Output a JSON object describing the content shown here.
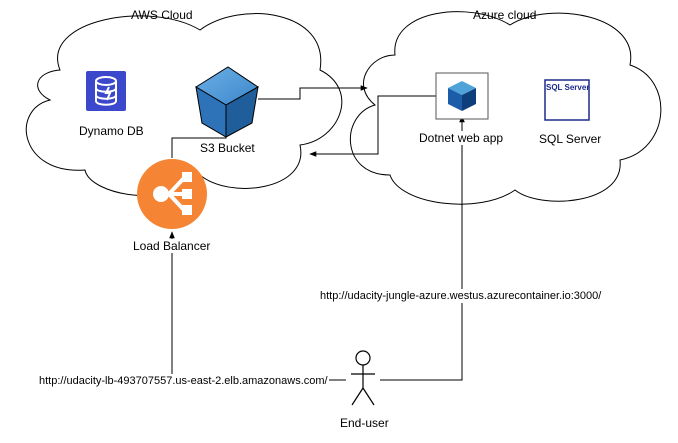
{
  "clouds": {
    "aws": {
      "label": "AWS Cloud"
    },
    "azure": {
      "label": "Azure cloud"
    }
  },
  "nodes": {
    "dynamo": {
      "label": "Dynamo DB",
      "icon": "dynamodb-icon",
      "color": "#3b48cc"
    },
    "s3": {
      "label": "S3 Bucket",
      "icon": "s3-bucket-icon",
      "color": "#2e73b8"
    },
    "load_balancer": {
      "label": "Load Balancer",
      "icon": "load-balancer-icon",
      "color": "#f58534"
    },
    "dotnet": {
      "label": "Dotnet web app",
      "icon": "container-icon",
      "color": "#2e73b8"
    },
    "sql": {
      "label": "SQL Server",
      "icon": "sql-server-icon",
      "icon_text": "SQL Server",
      "color": "#1c2a8c"
    },
    "end_user": {
      "label": "End-user",
      "icon": "user-icon"
    }
  },
  "edges": {
    "lb_url": "http://udacity-lb-493707557.us-east-2.elb.amazonaws.com/",
    "azure_url": "http://udacity-jungle-azure.westus.azurecontainer.io:3000/"
  }
}
